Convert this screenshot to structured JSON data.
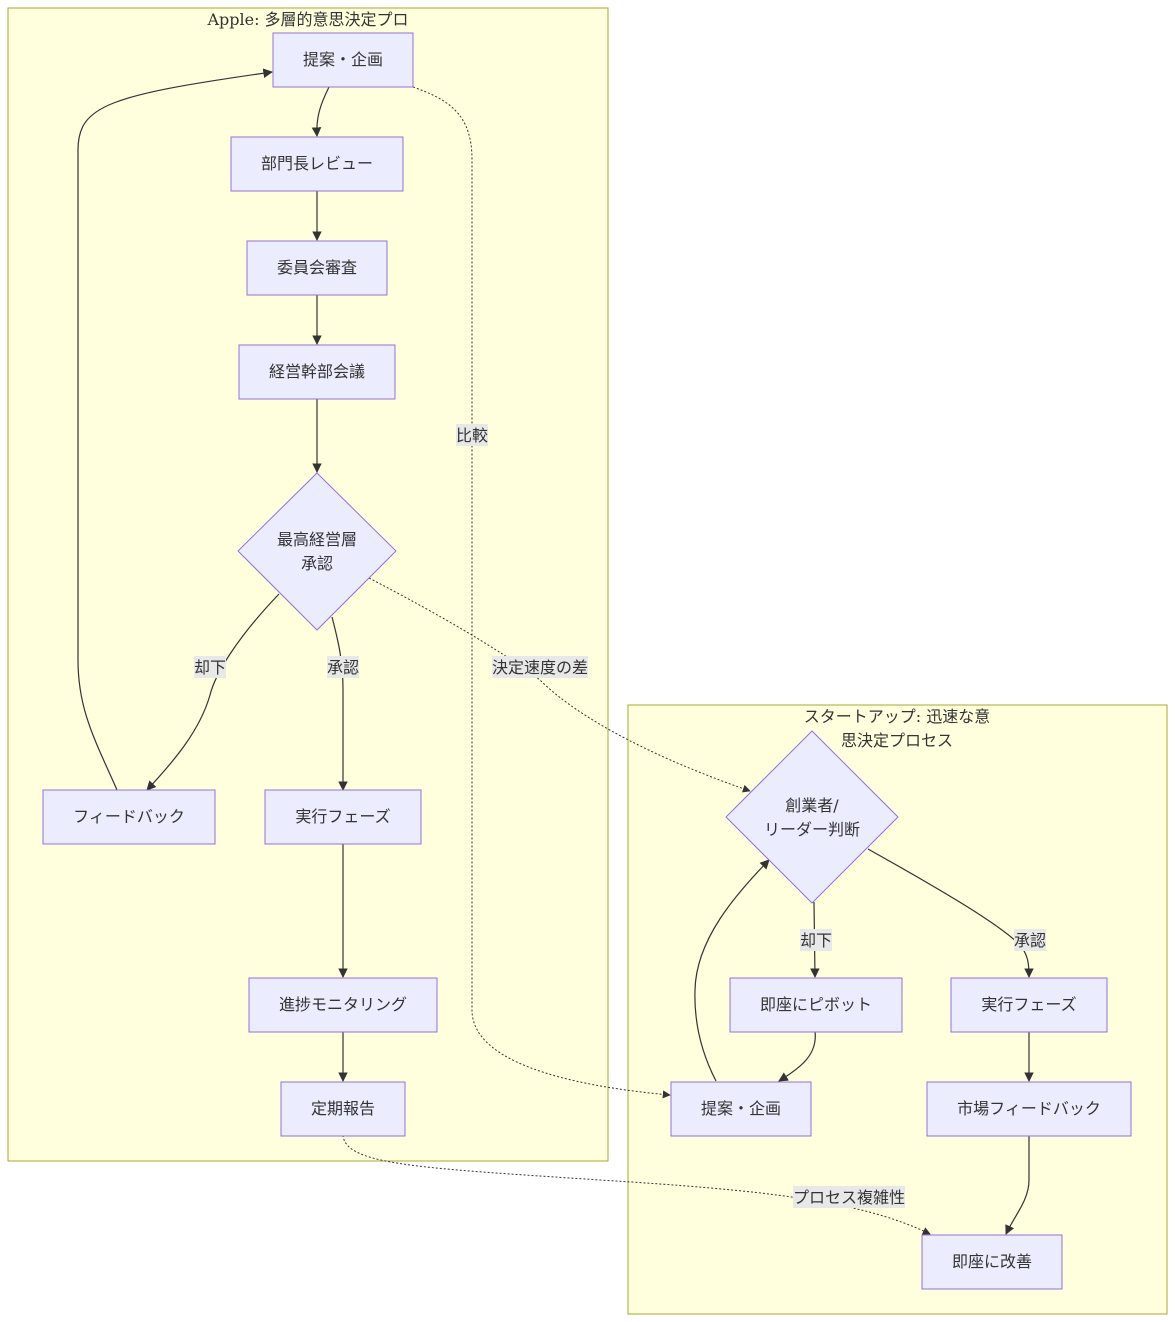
{
  "clusters": {
    "apple": {
      "title": "Apple: 多層的意思決定プロ"
    },
    "startup": {
      "title_line1": "スタートアップ: 迅速な意",
      "title_line2": "思決定プロセス"
    }
  },
  "apple_nodes": {
    "proposal": "提案・企画",
    "dept_review": "部門長レビュー",
    "committee": "委員会審査",
    "exec_meeting": "経営幹部会議",
    "top_approval_line1": "最高経営層",
    "top_approval_line2": "承認",
    "feedback": "フィードバック",
    "execution": "実行フェーズ",
    "monitoring": "進捗モニタリング",
    "report": "定期報告"
  },
  "startup_nodes": {
    "founder_line1": "創業者/",
    "founder_line2": "リーダー判断",
    "pivot": "即座にピボット",
    "execution": "実行フェーズ",
    "proposal": "提案・企画",
    "market_feedback": "市場フィードバック",
    "improve": "即座に改善"
  },
  "edge_labels": {
    "apple_reject": "却下",
    "apple_approve": "承認",
    "compare": "比較",
    "speed_diff": "決定速度の差",
    "startup_reject": "却下",
    "startup_approve": "承認",
    "complexity": "プロセス複雑性"
  }
}
